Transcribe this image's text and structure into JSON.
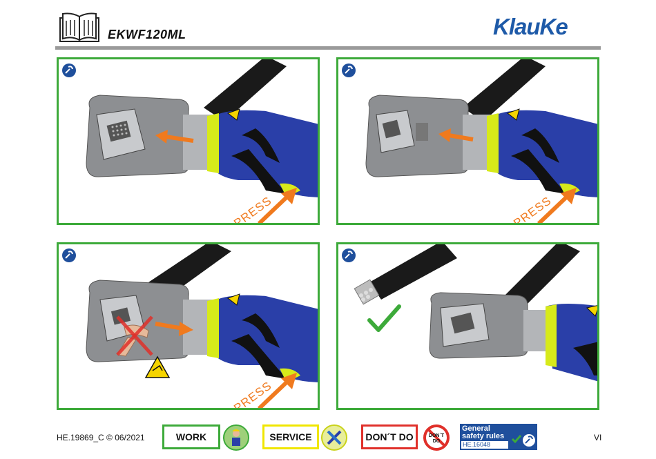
{
  "header": {
    "model": "EKWF120ML",
    "brand": "KlauKe"
  },
  "panels": [
    {
      "press_label": "PRESS"
    },
    {
      "press_label": "PRESS"
    },
    {
      "press_label": "PRESS"
    },
    {
      "press_label": ""
    }
  ],
  "footer": {
    "doc_code": "HE.19869_C  © 06/2021",
    "page": "VI",
    "badges": {
      "work": "WORK",
      "service": "SERVICE",
      "dont_do": "DON´T DO",
      "dont_do_icon_text": "DON´T DO"
    },
    "general_safety": {
      "line1": "General",
      "line2": "safety rules",
      "code": "HE.16048"
    }
  },
  "colors": {
    "panel_border": "#3daa3a",
    "brand_blue": "#1e5aa8",
    "arrow_orange": "#f07a1e",
    "tool_blue": "#2a3fa8",
    "accent_yellow": "#d7ea1a",
    "warning_red": "#e0302a"
  },
  "icons": [
    "manual-book-icon",
    "service-wrench-icon",
    "check-icon",
    "cross-icon",
    "pinch-hazard-icon",
    "no-entry-icon",
    "worker-icon",
    "tools-icon"
  ]
}
